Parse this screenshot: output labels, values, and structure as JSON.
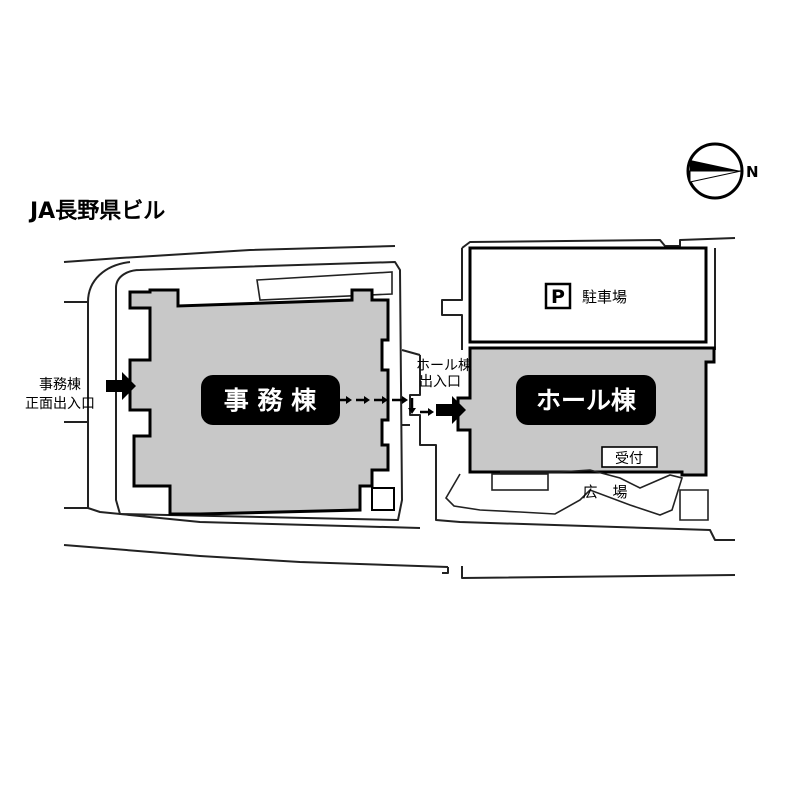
{
  "title": "JA長野県ビル",
  "compass": {
    "icon": "north-arrow-icon",
    "label": "N"
  },
  "buildings": {
    "office": "事 務 棟",
    "hall": "ホール棟"
  },
  "entrances": {
    "office_front": [
      "事務棟",
      "正面出入口"
    ],
    "hall": [
      "ホール棟",
      "出入口"
    ]
  },
  "parking": {
    "symbol": "P",
    "label": "駐車場"
  },
  "reception": "受付",
  "plaza": "広　場",
  "colors": {
    "building_fill": "#c8c8c8",
    "badge": "#000000",
    "line": "#000000"
  }
}
